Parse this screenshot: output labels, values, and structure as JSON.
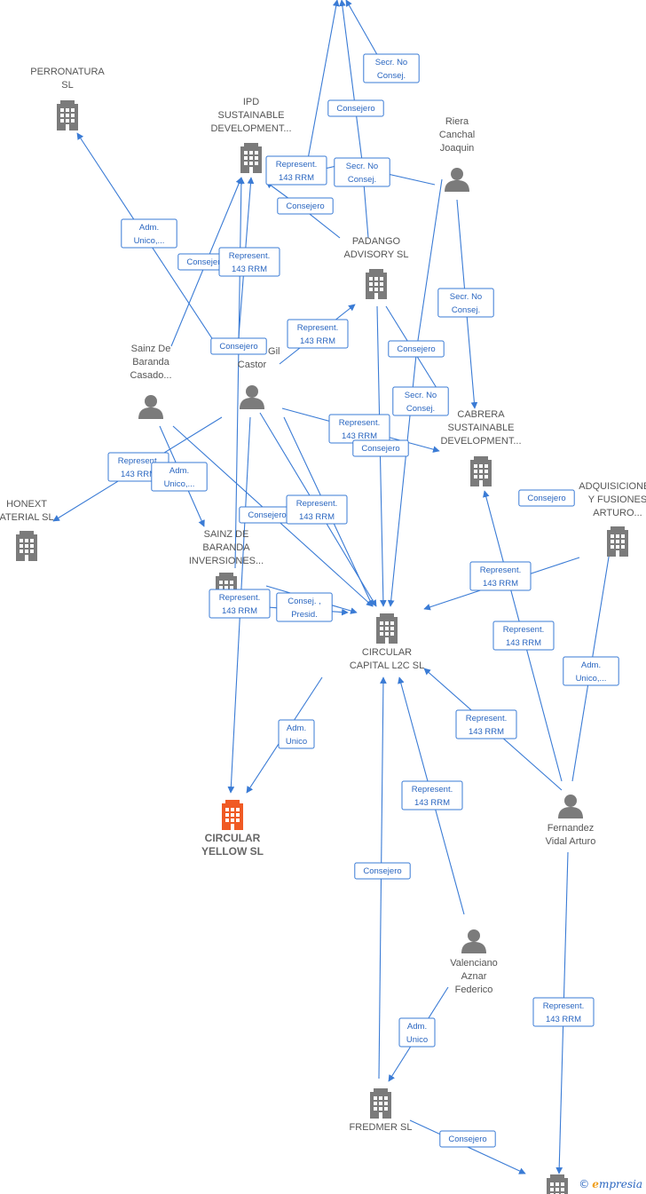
{
  "colors": {
    "edge": "#3a7bd5",
    "node": "#7b7b7b",
    "focus": "#f05a24",
    "label": "#555555"
  },
  "nodes": [
    {
      "id": "perronatura",
      "type": "company",
      "lines": [
        "PERRONATURA",
        "SL"
      ]
    },
    {
      "id": "ipd",
      "type": "company",
      "lines": [
        "IPD",
        "SUSTAINABLE",
        "DEVELOPMENT..."
      ]
    },
    {
      "id": "riera",
      "type": "person",
      "lines": [
        "Riera",
        "Canchal",
        "Joaquin"
      ]
    },
    {
      "id": "padango",
      "type": "company",
      "lines": [
        "PADANGO",
        "ADVISORY  SL"
      ]
    },
    {
      "id": "sainz_casado",
      "type": "person",
      "lines": [
        "Sainz De",
        "Baranda",
        "Casado..."
      ]
    },
    {
      "id": "gonzalez",
      "type": "person",
      "lines": [
        "Gonzalez Gil",
        "Castor"
      ]
    },
    {
      "id": "cabrera",
      "type": "company",
      "lines": [
        "CABRERA",
        "SUSTAINABLE",
        "DEVELOPMENT..."
      ]
    },
    {
      "id": "adquisiciones",
      "type": "company",
      "lines": [
        "ADQUISICIONES",
        "Y FUSIONES",
        "ARTURO..."
      ]
    },
    {
      "id": "honext",
      "type": "company",
      "lines": [
        "HONEXT",
        "ATERIAL  SL"
      ]
    },
    {
      "id": "sainz_inv",
      "type": "company",
      "lines": [
        "SAINZ DE",
        "BARANDA",
        "INVERSIONES..."
      ]
    },
    {
      "id": "circular_capital",
      "type": "company",
      "lines": [
        "CIRCULAR",
        "CAPITAL L2C  SL"
      ]
    },
    {
      "id": "circular_yellow",
      "type": "company",
      "focus": true,
      "lines": [
        "CIRCULAR",
        "YELLOW  SL"
      ]
    },
    {
      "id": "fernandez",
      "type": "person",
      "lines": [
        "Fernandez",
        "Vidal Arturo"
      ]
    },
    {
      "id": "valenciano",
      "type": "person",
      "lines": [
        "Valenciano",
        "Aznar",
        "Federico"
      ]
    },
    {
      "id": "fredmer",
      "type": "company",
      "lines": [
        "FREDMER SL"
      ]
    },
    {
      "id": "bottom_co",
      "type": "company",
      "lines": []
    }
  ],
  "edge_labels": [
    [
      "Secr.  No",
      "Consej."
    ],
    [
      "Consejero"
    ],
    [
      "Represent.",
      "143 RRM"
    ],
    [
      "Secr.  No",
      "Consej."
    ],
    [
      "Consejero"
    ],
    [
      "Consejero"
    ],
    [
      "Represent.",
      "143 RRM"
    ],
    [
      "Represent.",
      "143 RRM"
    ],
    [
      "Adm.",
      "Unico,..."
    ],
    [
      "Consejero"
    ],
    [
      "Secr.  No",
      "Consej."
    ],
    [
      "Consejero"
    ],
    [
      "Secr.  No",
      "Consej."
    ],
    [
      "Represent.",
      "143 RRM"
    ],
    [
      "Consejero"
    ],
    [
      "Represent.",
      "143 RRM"
    ],
    [
      "Adm.",
      "Unico,..."
    ],
    [
      "Consejero"
    ],
    [
      "Represent.",
      "143 RRM"
    ],
    [
      "Represent.",
      "143 RRM"
    ],
    [
      "Consejero"
    ],
    [
      "Represent.",
      "143 RRM"
    ],
    [
      "Consej. ,",
      "Presid."
    ],
    [
      "Represent.",
      "143 RRM"
    ],
    [
      "Adm.",
      "Unico,..."
    ],
    [
      "Adm.",
      "Unico"
    ],
    [
      "Represent.",
      "143 RRM"
    ],
    [
      "Represent.",
      "143 RRM"
    ],
    [
      "Consejero"
    ],
    [
      "Adm.",
      "Unico"
    ],
    [
      "Represent.",
      "143 RRM"
    ],
    [
      "Consejero"
    ]
  ],
  "watermark": {
    "copyright": "©",
    "brand_initial": "e",
    "brand_rest": "mpresia"
  }
}
